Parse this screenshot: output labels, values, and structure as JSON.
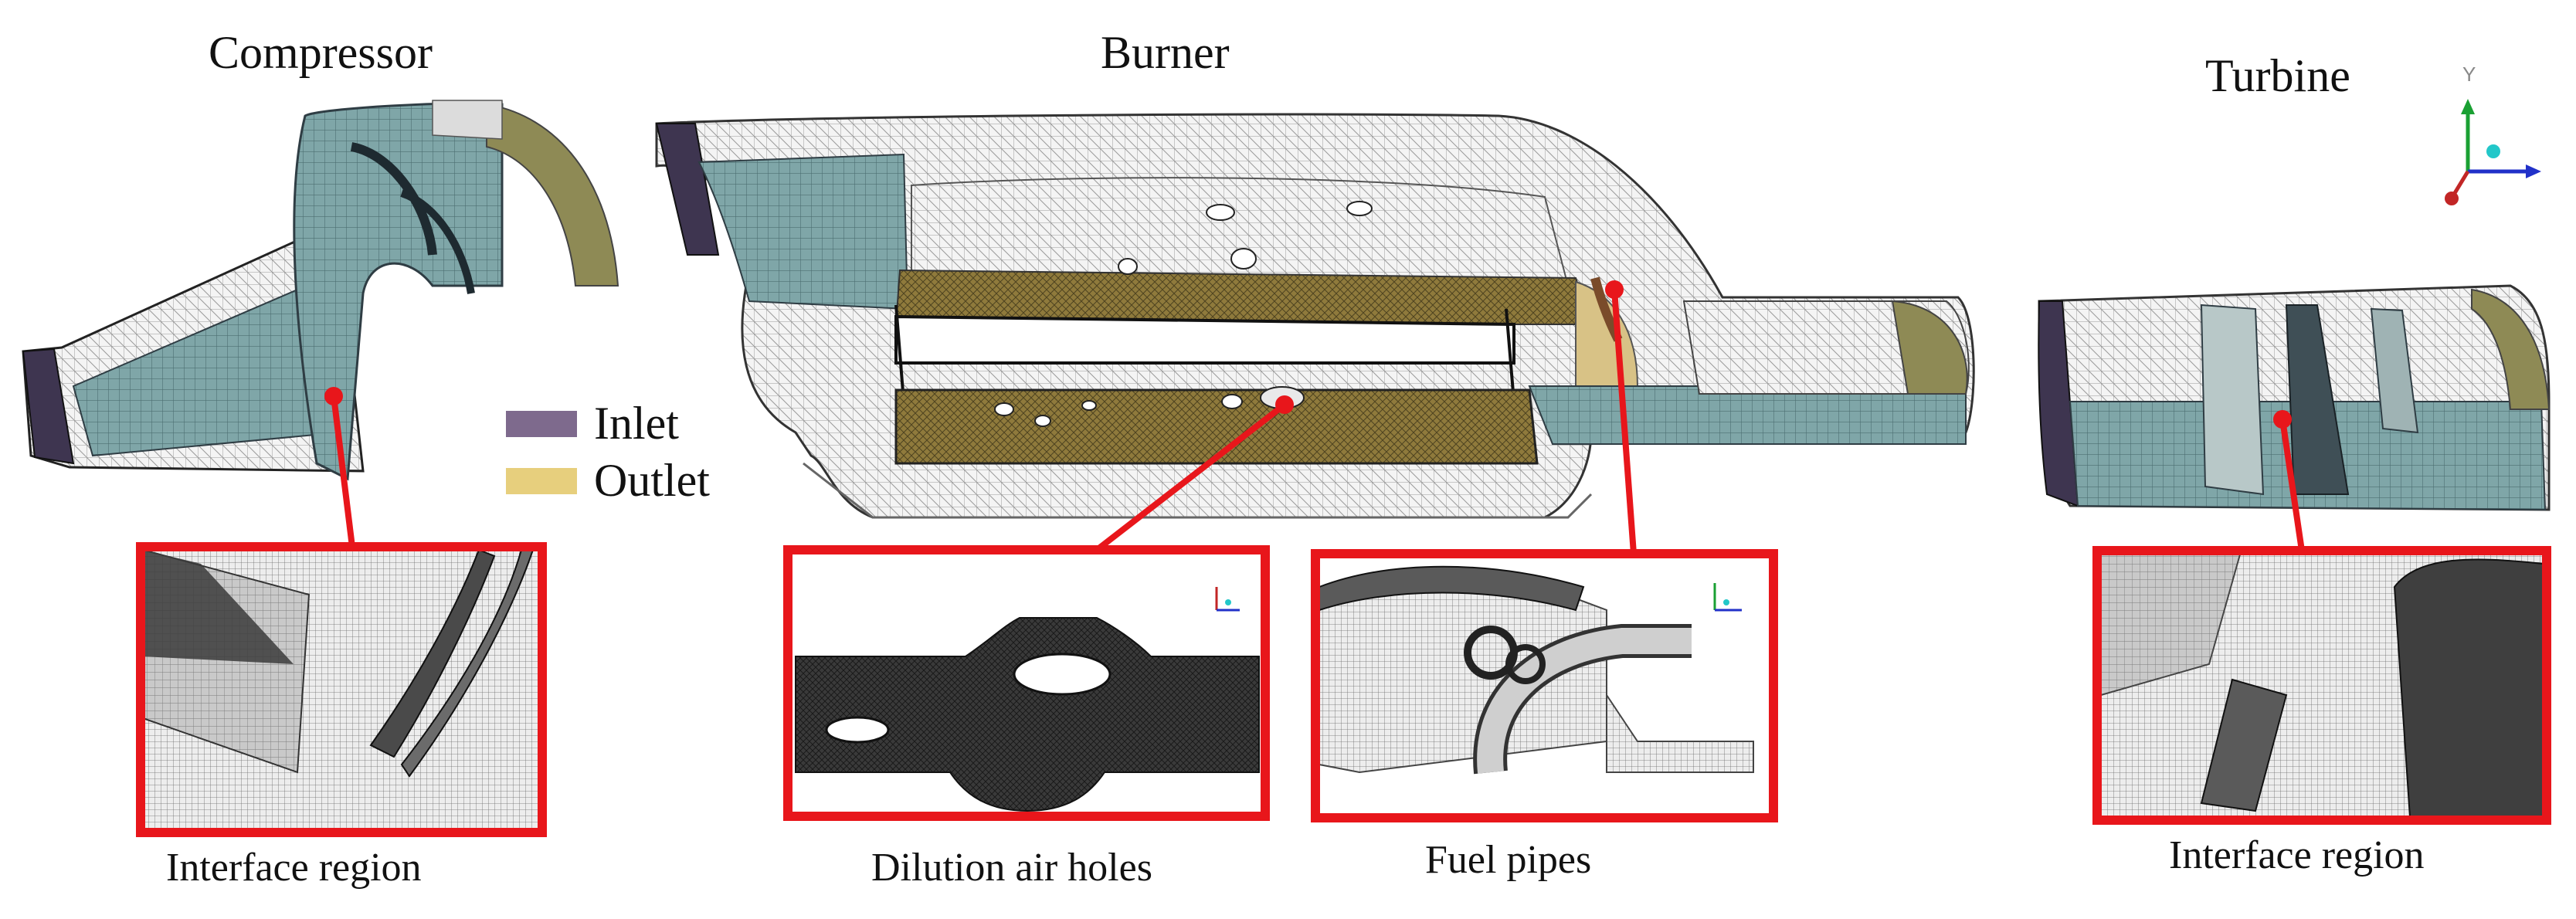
{
  "sections": {
    "compressor": "Compressor",
    "burner": "Burner",
    "turbine": "Turbine"
  },
  "legend": {
    "inlet": {
      "label": "Inlet",
      "color": "#7e6a8d"
    },
    "outlet": {
      "label": "Outlet",
      "color": "#e7cf7d"
    }
  },
  "callouts": {
    "compressor_interface": "Interface region",
    "dilution_holes": "Dilution air holes",
    "fuel_pipes": "Fuel pipes",
    "turbine_interface": "Interface region"
  },
  "axis_triad": {
    "y_label": "Y"
  },
  "colors": {
    "highlight": "#e8161b",
    "mesh_teal": "#6f9a9c",
    "mesh_dark": "#2f3d44",
    "burner_gold": "#a08a4a",
    "outlet_olive": "#8e8a55",
    "inlet_purple": "#3e3550"
  }
}
